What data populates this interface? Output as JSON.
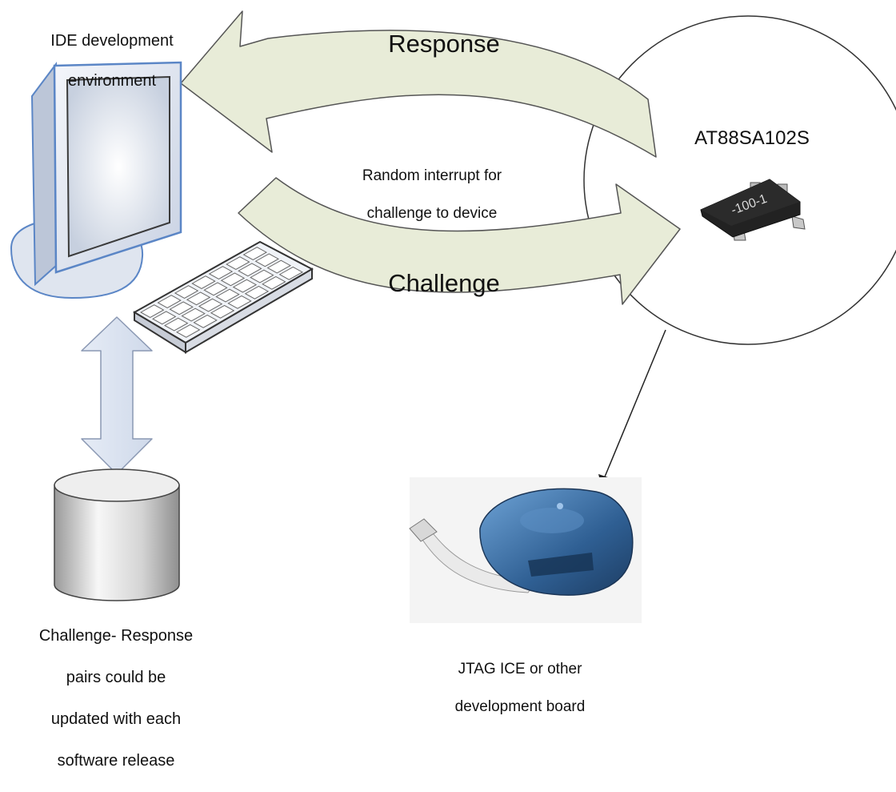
{
  "labels": {
    "ide_lines": [
      "IDE development",
      "environment"
    ],
    "response": "Response",
    "challenge": "Challenge",
    "interrupt_lines": [
      "Random interrupt for",
      "challenge to device"
    ],
    "chip": "AT88SA102S",
    "chip_marking": "-100-1",
    "database_lines": [
      "Challenge- Response",
      "pairs could be",
      "updated with each",
      "software release"
    ],
    "jtag_lines": [
      "JTAG ICE or other",
      "development board"
    ]
  },
  "icons": {
    "computer": "monitor-icon",
    "keyboard": "keyboard-icon",
    "database": "database-cylinder-icon",
    "chip": "sot23-chip-icon",
    "jtag": "jtag-ice-device-icon"
  },
  "colors": {
    "arrow_fill": "#e8ecd8",
    "arrow_stroke": "#555555",
    "monitor_frame": "#5b86c6",
    "monitor_screen": "#d9dfea",
    "chip_body": "#222222",
    "jtag_body": "#3d6fa3"
  }
}
